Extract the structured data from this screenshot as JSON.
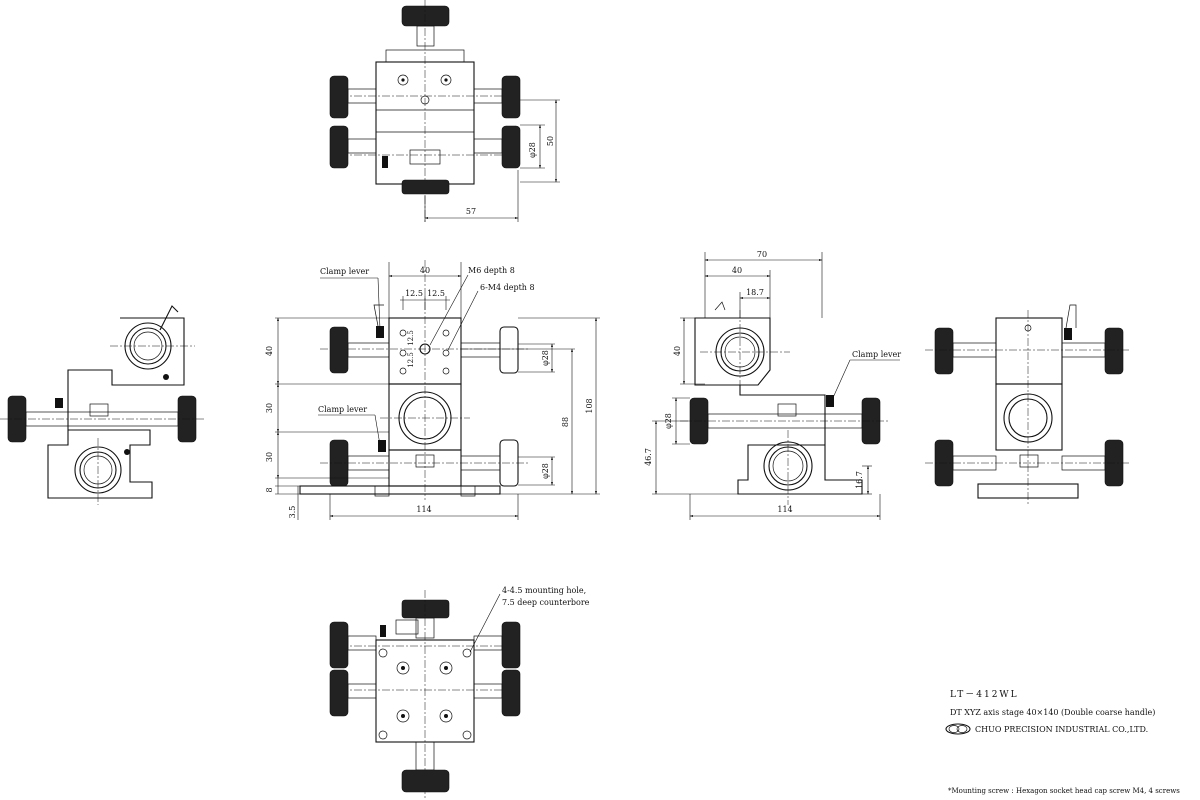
{
  "title_block": {
    "model": "LT－412WL",
    "description": "DT XYZ axis stage  40×140 (Double coarse handle)",
    "company": "CHUO PRECISION INDUSTRIAL CO.,LTD.",
    "note": "*Mounting screw : Hexagon socket head cap screw M4, 4 screws"
  },
  "annotations": {
    "clamp_lever": "Clamp lever",
    "m6_depth": "M6 depth 8",
    "m4_depth": "6-M4 depth 8",
    "mounting_hole": "4-4.5 mounting hole,",
    "counterbore": "7.5 deep counterbore"
  },
  "dimensions": {
    "top_phi28": "φ28",
    "top_50": "50",
    "top_57": "57",
    "front_40": "40",
    "front_12_5_a": "12.5",
    "front_12_5_b": "12.5",
    "front_12_5_v1": "12.5",
    "front_12_5_v2": "12.5",
    "front_left_40": "40",
    "front_left_30a": "30",
    "front_left_30b": "30",
    "front_left_8": "8",
    "front_left_3_5": "3.5",
    "front_phi28_a": "φ28",
    "front_phi28_b": "φ28",
    "front_108": "108",
    "front_88": "88",
    "front_114": "114",
    "side_70": "70",
    "side_40_top": "40",
    "side_18_7": "18.7",
    "side_40_left": "40",
    "side_phi28": "φ28",
    "side_46_7": "46.7",
    "side_16_7": "16.7",
    "side_114": "114"
  }
}
